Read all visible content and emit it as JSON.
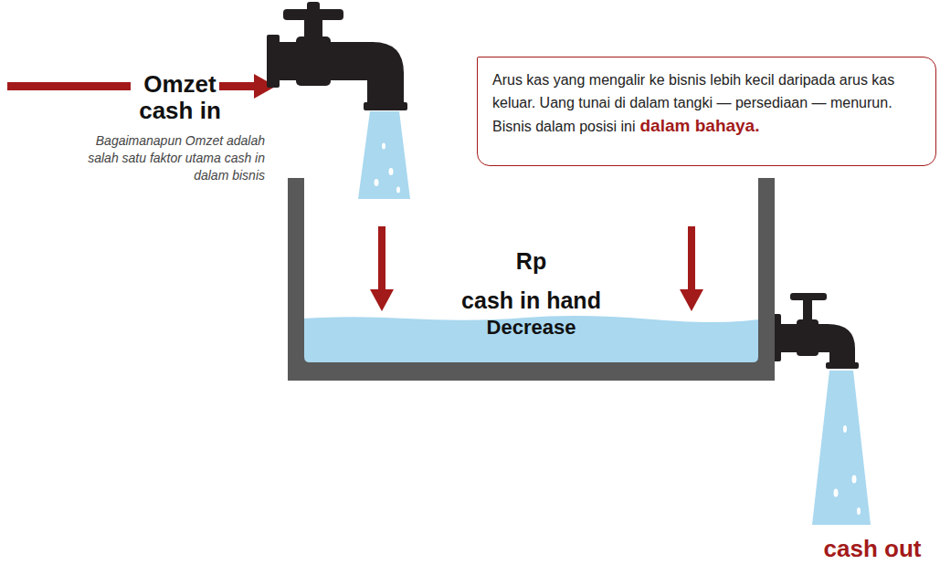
{
  "diagram": {
    "nodes": [
      {
        "text": [
          "Arus kas yang mengalir ke bisnis lebih kecil daripada arus kas keluar. Uang tunai di dalam tangki — persediaan — menurun. Bisnis dalam posisi ini",
          "dalam bahaya."
        ]
      },
      {
        "text": [
          "Rp",
          "cash in hand",
          "Decrease"
        ]
      }
    ],
    "labels": [
      "Omzet cash in",
      "Bagaimanapun Omzet adalah salah satu faktor utama cash in dalam bisnis",
      "cash out"
    ]
  }
}
